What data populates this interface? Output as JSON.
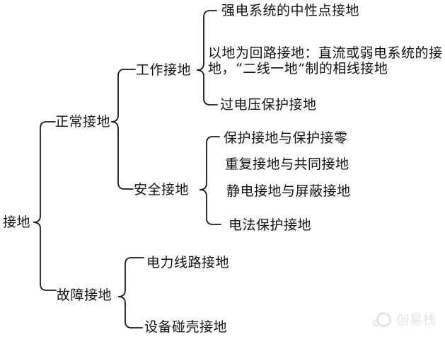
{
  "diagram": {
    "root": {
      "label": "接地"
    },
    "branches": [
      {
        "label": "正常接地",
        "children": [
          {
            "label": "工作接地",
            "children": [
              {
                "label": "强电系统的中性点接地"
              },
              {
                "label": "以地为回路接地：直流或弱电系统的接地，“二线一地”制的相线接地"
              },
              {
                "label": "过电压保护接地"
              }
            ]
          },
          {
            "label": "安全接地",
            "children": [
              {
                "label": "保护接地与保护接零"
              },
              {
                "label": "重复接地与共同接地"
              },
              {
                "label": "静电接地与屏蔽接地"
              },
              {
                "label": "电法保护接地"
              }
            ]
          }
        ]
      },
      {
        "label": "故障接地",
        "children": [
          {
            "label": "电力线路接地"
          },
          {
            "label": "设备碰壳接地"
          }
        ]
      }
    ]
  },
  "watermark": {
    "text": "创易栈",
    "icon": "cloud-swirl-logo"
  },
  "colors": {
    "background": "#ffffff",
    "text": "#111111",
    "line": "#1a1a1a",
    "watermark": "#e2e2e2"
  }
}
